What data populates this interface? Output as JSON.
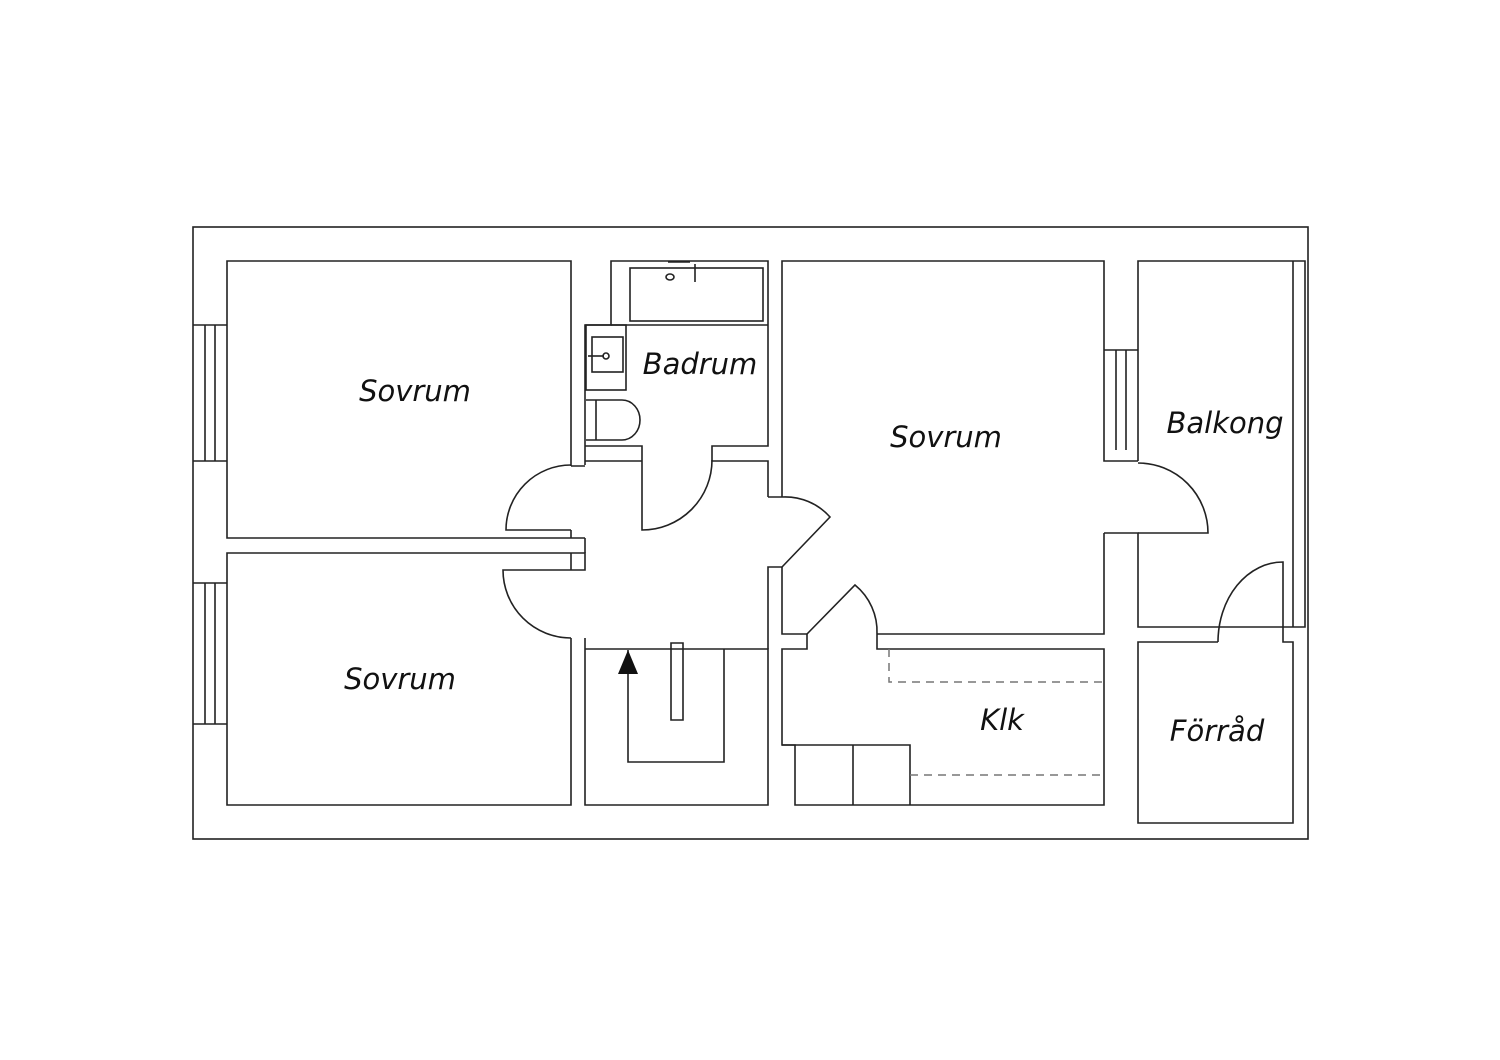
{
  "plan": {
    "rooms": {
      "bedroom_top_left": "Sovrum",
      "bathroom": "Badrum",
      "bedroom_right": "Sovrum",
      "balcony": "Balkong",
      "bedroom_bottom_left": "Sovrum",
      "kitchen": "Klk",
      "storage": "Förråd"
    },
    "colors": {
      "line": "#222222",
      "dashed": "#777777",
      "background": "#ffffff"
    }
  }
}
